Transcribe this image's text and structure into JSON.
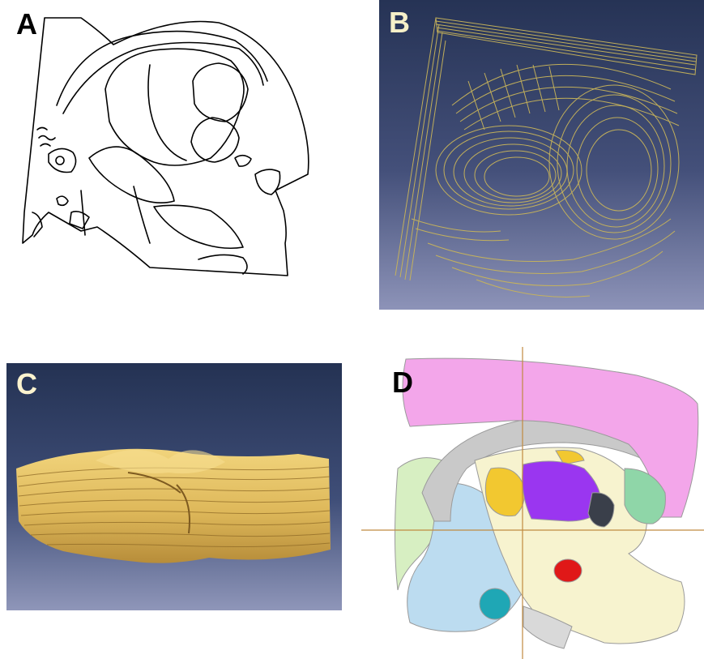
{
  "panels": [
    {
      "id": "A",
      "label": "A",
      "rendering": "2d-contour-outline",
      "line_color": "#000000",
      "background": "#ffffff"
    },
    {
      "id": "B",
      "label": "B",
      "rendering": "3d-wireframe-contour-stack",
      "line_color": "#c8b45a",
      "background_top": "#263355",
      "background_bottom": "#8d93b8"
    },
    {
      "id": "C",
      "label": "C",
      "rendering": "3d-surface-extruded-slices",
      "surface_color": "#e3bf62",
      "background_top": "#243253",
      "background_bottom": "#8f96b9"
    },
    {
      "id": "D",
      "label": "D",
      "rendering": "3d-color-segmented-regions-with-crosshair",
      "crosshair_color": "#c08a40",
      "region_colors": {
        "pink": "#f3a6ea",
        "gray": "#c9c9c9",
        "cream": "#f7f3cf",
        "light-blue": "#bcdcf0",
        "light-green": "#d7efc2",
        "mint": "#8fd6a8",
        "purple": "#9a36f0",
        "yellow": "#f2c830",
        "dark-gray": "#3a3f4a",
        "red": "#e01818",
        "teal": "#1fa7b5"
      }
    }
  ]
}
